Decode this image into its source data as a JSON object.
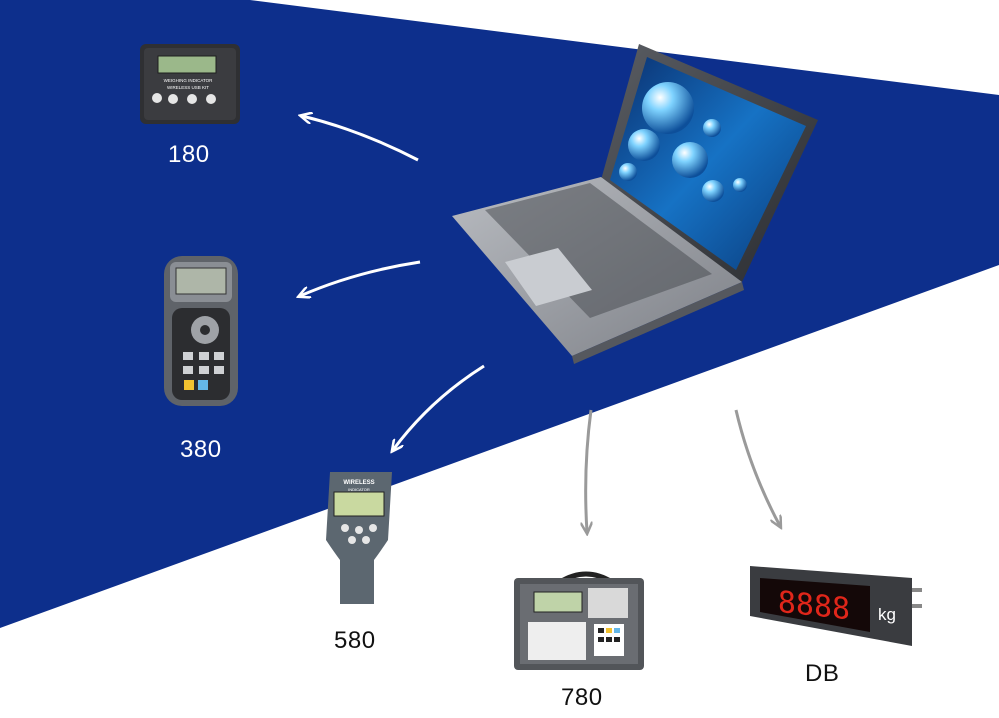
{
  "colors": {
    "band": "#0d2f8c",
    "background": "#ffffff",
    "arrow_on_blue": "#ffffff",
    "arrow_on_white": "#9a9a9a"
  },
  "hub": {
    "name": "laptop"
  },
  "devices": [
    {
      "id": "180",
      "label": "180",
      "screen_text_1": "WEIGHING INDICATOR",
      "screen_text_2": "WIRELESS USB KIT"
    },
    {
      "id": "380",
      "label": "380"
    },
    {
      "id": "580",
      "label": "580",
      "screen_text_1": "WIRELESS",
      "screen_text_2": "INDICATOR"
    },
    {
      "id": "780",
      "label": "780"
    },
    {
      "id": "db",
      "label": "DB",
      "display_digits": "8888",
      "unit": "kg"
    }
  ]
}
